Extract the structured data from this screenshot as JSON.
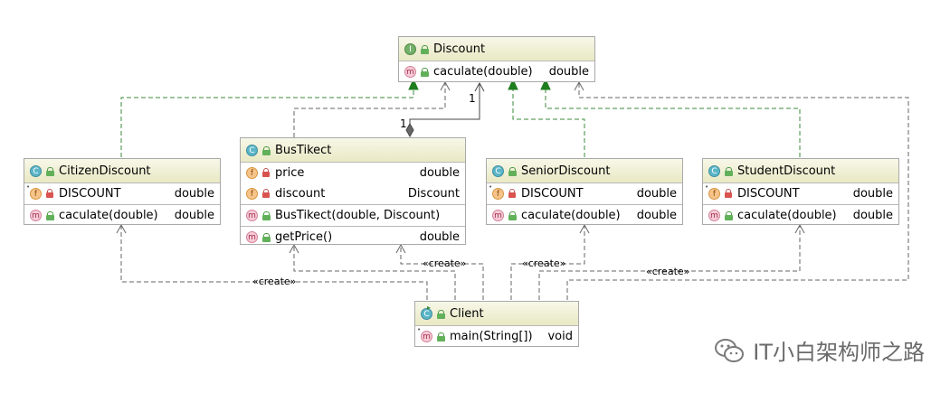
{
  "classes": {
    "discount": {
      "name": "Discount",
      "kind_icon": "I",
      "methods": [
        {
          "name": "caculate(double)",
          "type": "double"
        }
      ]
    },
    "bus_tikect": {
      "name": "BusTikect",
      "kind_icon": "C",
      "fields": [
        {
          "name": "price",
          "type": "double"
        },
        {
          "name": "discount",
          "type": "Discount"
        }
      ],
      "constructors": [
        {
          "name": "BusTikect(double, Discount)",
          "type": ""
        }
      ],
      "methods": [
        {
          "name": "getPrice()",
          "type": "double"
        }
      ]
    },
    "citizen_discount": {
      "name": "CitizenDiscount",
      "kind_icon": "C",
      "fields": [
        {
          "name": "DISCOUNT",
          "type": "double"
        }
      ],
      "methods": [
        {
          "name": "caculate(double)",
          "type": "double"
        }
      ]
    },
    "senior_discount": {
      "name": "SeniorDiscount",
      "kind_icon": "C",
      "fields": [
        {
          "name": "DISCOUNT",
          "type": "double"
        }
      ],
      "methods": [
        {
          "name": "caculate(double)",
          "type": "double"
        }
      ]
    },
    "student_discount": {
      "name": "StudentDiscount",
      "kind_icon": "C",
      "fields": [
        {
          "name": "DISCOUNT",
          "type": "double"
        }
      ],
      "methods": [
        {
          "name": "caculate(double)",
          "type": "double"
        }
      ]
    },
    "client": {
      "name": "Client",
      "kind_icon": "C",
      "methods": [
        {
          "name": "main(String[])",
          "type": "void"
        }
      ]
    }
  },
  "badges": {
    "method": "m",
    "field": "f"
  },
  "relations": {
    "create_label": "«create»",
    "multiplicity_source": "1",
    "multiplicity_target": "1"
  },
  "watermark": {
    "text": "IT小白架构师之路"
  },
  "colors": {
    "header_top": "#f7f7e9",
    "header_bottom": "#e9e9c4",
    "border": "#a9a9a9",
    "implements_arrow": "#1e7d1e",
    "dependency_line": "#555555"
  }
}
